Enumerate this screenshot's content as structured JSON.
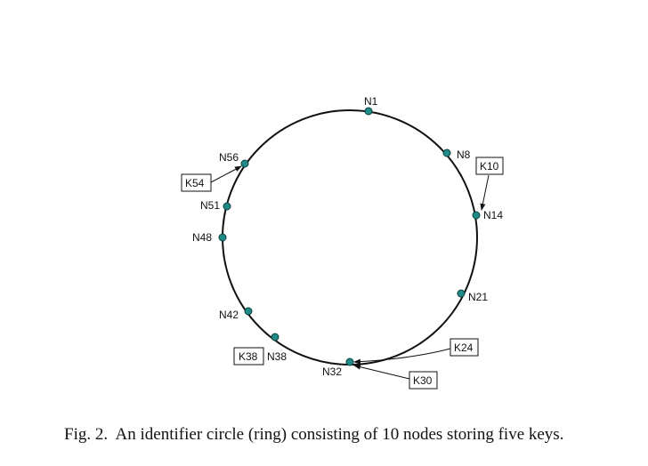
{
  "figure": {
    "caption": "Fig. 2.  An identifier circle (ring) consisting of 10 nodes storing five keys.",
    "nodes": [
      {
        "id": "N1",
        "label": "N1"
      },
      {
        "id": "N8",
        "label": "N8"
      },
      {
        "id": "N14",
        "label": "N14"
      },
      {
        "id": "N21",
        "label": "N21"
      },
      {
        "id": "N32",
        "label": "N32"
      },
      {
        "id": "N38",
        "label": "N38"
      },
      {
        "id": "N42",
        "label": "N42"
      },
      {
        "id": "N48",
        "label": "N48"
      },
      {
        "id": "N51",
        "label": "N51"
      },
      {
        "id": "N56",
        "label": "N56"
      }
    ],
    "keys": [
      {
        "id": "K10",
        "label": "K10",
        "stored_at": "N14"
      },
      {
        "id": "K24",
        "label": "K24",
        "stored_at": "N32"
      },
      {
        "id": "K30",
        "label": "K30",
        "stored_at": "N32"
      },
      {
        "id": "K38",
        "label": "K38",
        "stored_at": "N38"
      },
      {
        "id": "K54",
        "label": "K54",
        "stored_at": "N56"
      }
    ],
    "colors": {
      "node_fill": "#1f8a87",
      "node_stroke": "#0d3f3d",
      "ring": "#111111"
    }
  }
}
